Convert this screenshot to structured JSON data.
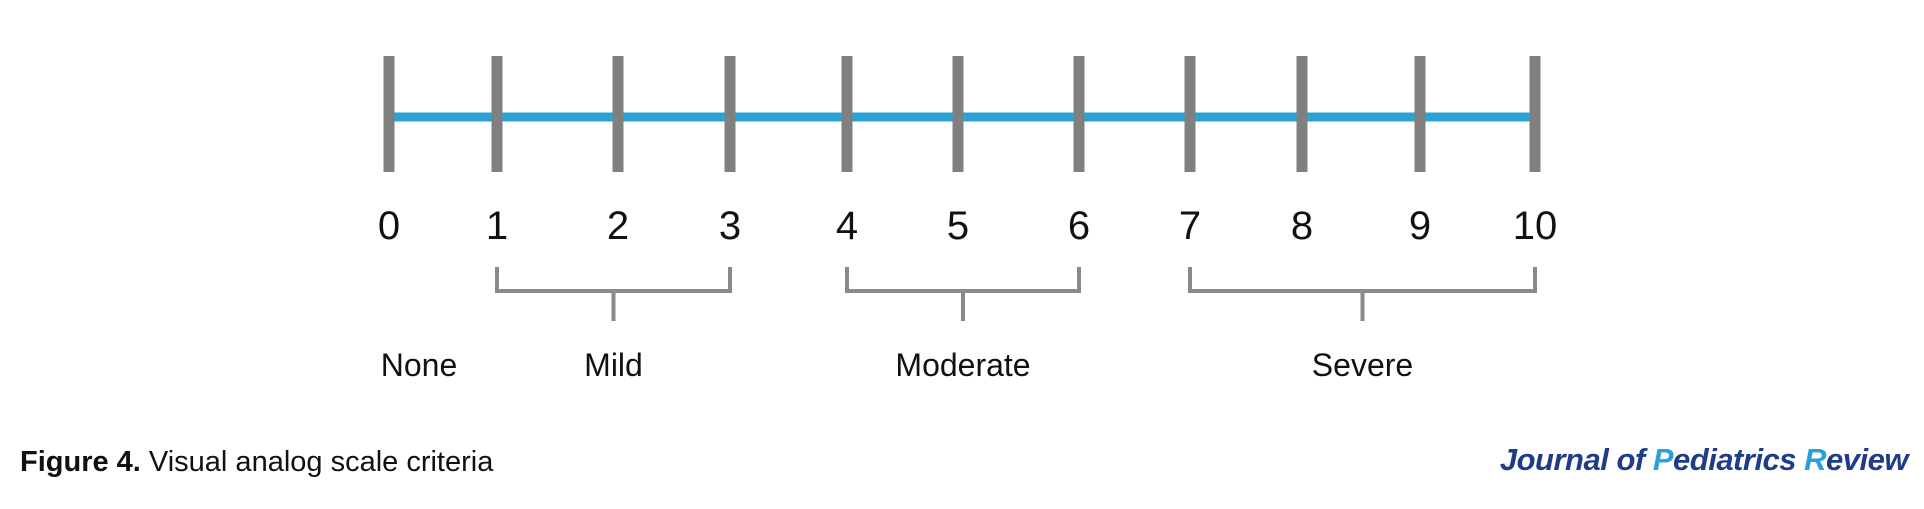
{
  "scale": {
    "ticks": [
      "0",
      "1",
      "2",
      "3",
      "4",
      "5",
      "6",
      "7",
      "8",
      "9",
      "10"
    ],
    "categories": [
      {
        "label": "None",
        "from": 0,
        "to": 0
      },
      {
        "label": "Mild",
        "from": 1,
        "to": 3
      },
      {
        "label": "Moderate",
        "from": 4,
        "to": 6
      },
      {
        "label": "Severe",
        "from": 7,
        "to": 10
      }
    ],
    "colors": {
      "line": "#2aa3d4",
      "tick": "#808080",
      "bracket": "#8a8a8a",
      "text": "#111111"
    }
  },
  "caption": {
    "label": "Figure 4.",
    "text": " Visual analog scale criteria"
  },
  "journal": {
    "part1": "J",
    "part2": "ournal of ",
    "part3": "P",
    "part4": "ediatrics ",
    "part5": "R",
    "part6": "eview"
  }
}
